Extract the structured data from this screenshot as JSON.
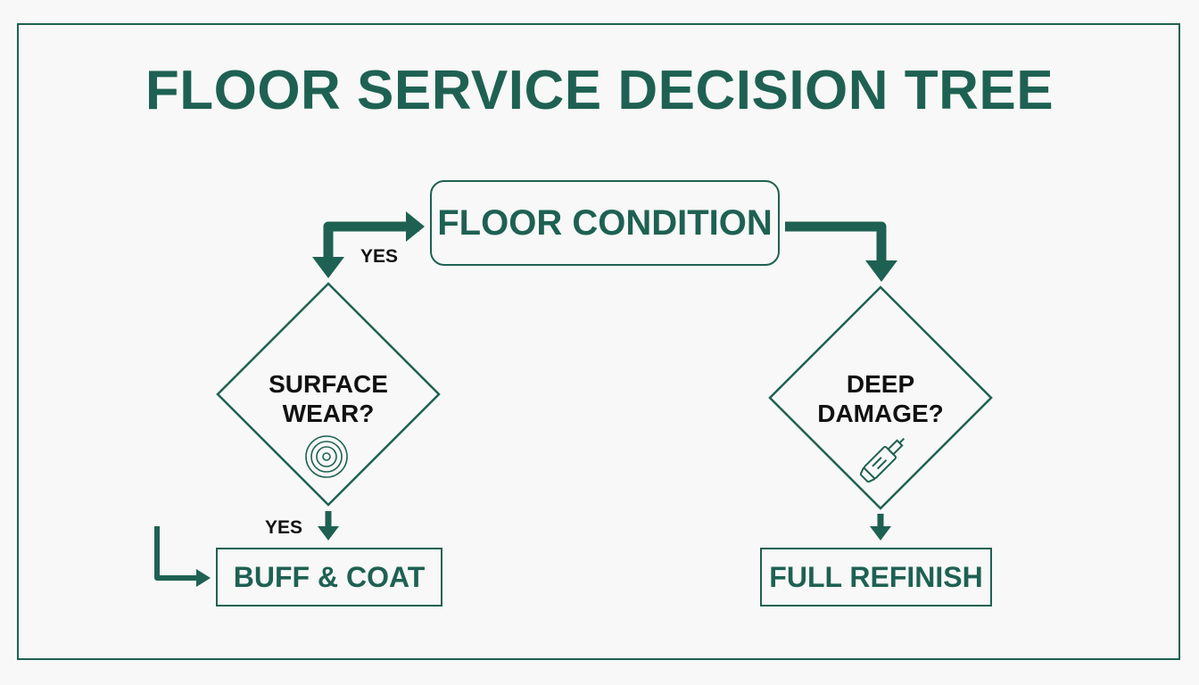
{
  "title": "FLOOR SERVICE DECISION TREE",
  "colors": {
    "accent": "#1e6152",
    "text": "#111111",
    "background": "#f7f8f7"
  },
  "nodes": {
    "start": "FLOOR CONDITION",
    "decision_left": {
      "line1": "SURFACE",
      "line2": "WEAR?",
      "icon": "buffer-pad-icon"
    },
    "decision_right": {
      "line1": "DEEP",
      "line2": "DAMAGE?",
      "icon": "scraper-tool-icon"
    },
    "outcome_left": "BUFF & COAT",
    "outcome_right": "FULL REFINISH"
  },
  "edges": {
    "label_top_left": "YES",
    "label_bottom_left": "YES"
  }
}
